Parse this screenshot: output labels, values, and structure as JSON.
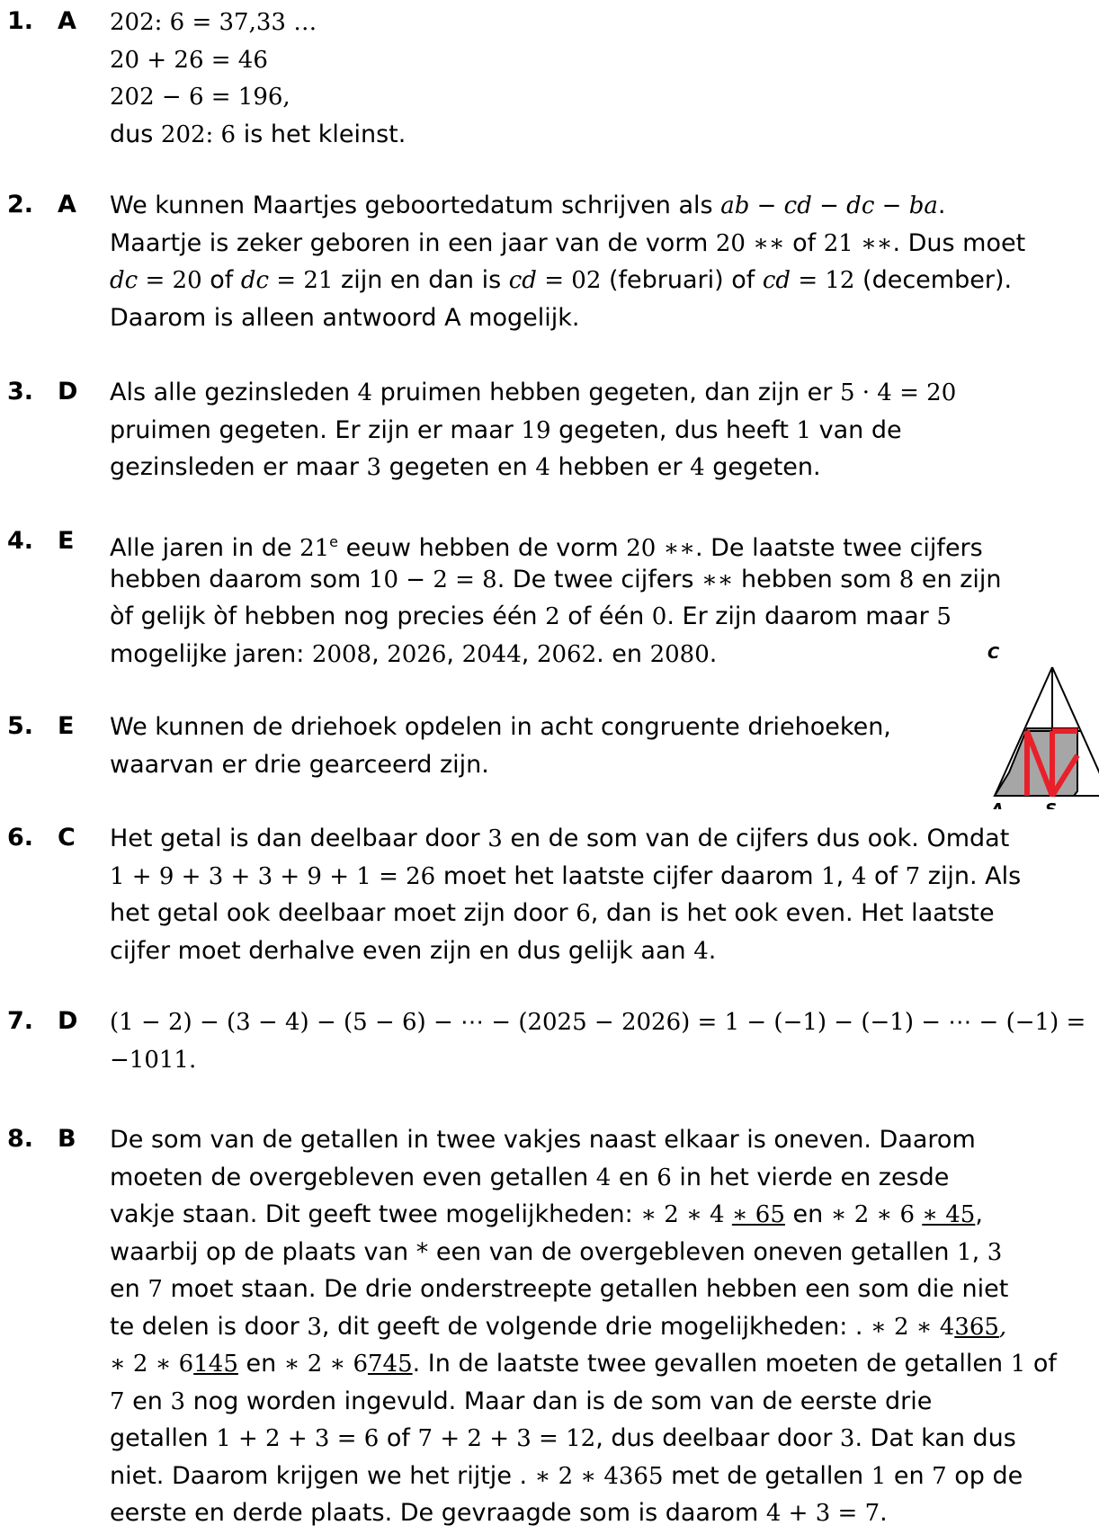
{
  "problems": [
    {
      "number": "1.",
      "answer": "A",
      "lines": {
        "l1": "202: 6 = 37,33 …",
        "l2": "20 + 26 = 46",
        "l3": "202 − 6 = 196,",
        "l4a": "dus ",
        "l4b": "202: 6",
        "l4c": " is het kleinst."
      }
    },
    {
      "number": "2.",
      "answer": "A",
      "lines": {
        "l1a": "We kunnen Maartjes geboortedatum schrijven als ",
        "l1b": "ab − cd − dc − ba",
        "l1c": ".",
        "l2a": "Maartje is zeker geboren in een jaar van de vorm ",
        "l2b": "20 ∗∗",
        "l2c": " of ",
        "l2d": "21 ∗∗",
        "l2e": ". Dus moet",
        "l3a": "dc",
        "l3b": " = 20",
        "l3c": " of ",
        "l3d": "dc",
        "l3e": " = 21",
        "l3f": " zijn en dan is ",
        "l3g": "cd",
        "l3h": " = 02",
        "l3i": " (februari) of ",
        "l3j": "cd",
        "l3k": " = 12",
        "l3l": " (december).",
        "l4": "Daarom is alleen antwoord A mogelijk."
      }
    },
    {
      "number": "3.",
      "answer": "D",
      "lines": {
        "l1a": "Als alle gezinsleden ",
        "l1b": "4",
        "l1c": " pruimen hebben gegeten, dan zijn er ",
        "l1d": "5 · 4 = 20",
        "l2a": "pruimen gegeten. Er zijn er maar ",
        "l2b": "19",
        "l2c": " gegeten, dus heeft ",
        "l2d": "1",
        "l2e": " van de",
        "l3a": "gezinsleden er maar ",
        "l3b": "3",
        "l3c": " gegeten en ",
        "l3d": "4",
        "l3e": " hebben er ",
        "l3f": "4",
        "l3g": " gegeten."
      }
    },
    {
      "number": "4.",
      "answer": "E",
      "lines": {
        "l1a": "Alle jaren in de ",
        "l1b": "21",
        "l1sup": "e",
        "l1c": " eeuw hebben de vorm ",
        "l1d": "20 ∗∗",
        "l1e": ". De laatste twee cijfers",
        "l2a": "hebben daarom som ",
        "l2b": "10 − 2 = 8",
        "l2c": ". De twee cijfers ",
        "l2d": "∗∗",
        "l2e": " hebben som ",
        "l2f": "8",
        "l2g": " en zijn",
        "l3a": "òf gelijk òf hebben nog precies één ",
        "l3b": "2",
        "l3c": " of één ",
        "l3d": "0",
        "l3e": ". Er zijn daarom maar ",
        "l3f": "5",
        "l4a": "mogelijke jaren: ",
        "l4b": "2008",
        "l4c": ", ",
        "l4d": "2026",
        "l4e": ", ",
        "l4f": "2044",
        "l4g": ", ",
        "l4h": "2062",
        "l4i": ". en ",
        "l4j": "2080",
        "l4k": "."
      }
    },
    {
      "number": "5.",
      "answer": "E",
      "lines": {
        "l1": "We kunnen de driehoek opdelen in acht congruente driehoeken,",
        "l2": "waarvan er drie gearceerd zijn."
      },
      "figure": {
        "label_c": "C",
        "label_a": "A",
        "label_s": "S",
        "fill_color": "#a6a6a6",
        "highlight_color": "#e8202a",
        "line_color": "#000000"
      }
    },
    {
      "number": "6.",
      "answer": "C",
      "lines": {
        "l1a": "Het getal is dan deelbaar door ",
        "l1b": "3",
        "l1c": " en de som van de cijfers dus ook. Omdat",
        "l2a": "1 + 9 + 3 + 3 + 9 + 1 = 26",
        "l2b": " moet het laatste cijfer daarom ",
        "l2c": "1",
        "l2d": ", ",
        "l2e": "4",
        "l2f": " of ",
        "l2g": "7",
        "l2h": " zijn. Als",
        "l3a": "het getal ook deelbaar moet zijn door ",
        "l3b": "6",
        "l3c": ", dan is het ook even. Het laatste",
        "l4a": "cijfer moet derhalve even zijn en dus gelijk aan ",
        "l4b": "4",
        "l4c": "."
      }
    },
    {
      "number": "7.",
      "answer": "D",
      "lines": {
        "l1": "(1 − 2) − (3 − 4) − (5 − 6) − ⋯ − (2025 − 2026) = 1 − (−1) − (−1) − ⋯ − (−1) =",
        "l2": "−1011."
      }
    },
    {
      "number": "8.",
      "answer": "B",
      "lines": {
        "l1": "De som van de getallen in twee vakjes naast elkaar is oneven. Daarom",
        "l2a": "moeten de overgebleven even getallen ",
        "l2b": "4",
        "l2c": " en ",
        "l2d": "6",
        "l2e": " in het vierde en zesde",
        "l3a": "vakje staan. Dit geeft twee mogelijkheden: ",
        "l3b": "∗ 2 ∗ 4 ",
        "l3c": "∗ 65",
        "l3d": " en ",
        "l3e": "∗ 2 ∗ 6 ",
        "l3f": "∗ 45",
        "l3g": ",",
        "l4a": "waarbij op de plaats van * een van de overgebleven oneven getallen ",
        "l4b": "1",
        "l4c": ", ",
        "l4d": "3",
        "l5a": "en ",
        "l5b": "7",
        "l5c": " moet staan. De drie onderstreepte getallen hebben een som die niet",
        "l6a": "te delen is door ",
        "l6b": "3",
        "l6c": ", dit geeft de volgende drie mogelijkheden:  . ",
        "l6d": "∗ 2 ∗ 4",
        "l6e": "365",
        "l6f": ",",
        "l7a": "∗ 2 ∗ 6",
        "l7b": "145",
        "l7c": " en ",
        "l7d": "∗ 2 ∗ 6",
        "l7e": "745",
        "l7f": ". In de laatste twee gevallen moeten de getallen ",
        "l7g": "1",
        "l7h": " of",
        "l8a": "7",
        "l8b": " en ",
        "l8c": "3",
        "l8d": " nog worden ingevuld. Maar dan is de som van de eerste drie",
        "l9a": "getallen ",
        "l9b": "1 + 2 + 3 = 6",
        "l9c": " of ",
        "l9d": "7 + 2 + 3 = 12",
        "l9e": ", dus deelbaar door ",
        "l9f": "3",
        "l9g": ". Dat kan dus",
        "l10a": "niet. Daarom krijgen we het rijtje . ",
        "l10b": "∗ 2 ∗ 4365",
        "l10c": " met de getallen ",
        "l10d": "1",
        "l10e": " en ",
        "l10f": "7",
        "l10g": " op de",
        "l11a": "eerste en derde plaats. De gevraagde som is daarom ",
        "l11b": "4 + 3 = 7",
        "l11c": "."
      }
    }
  ]
}
